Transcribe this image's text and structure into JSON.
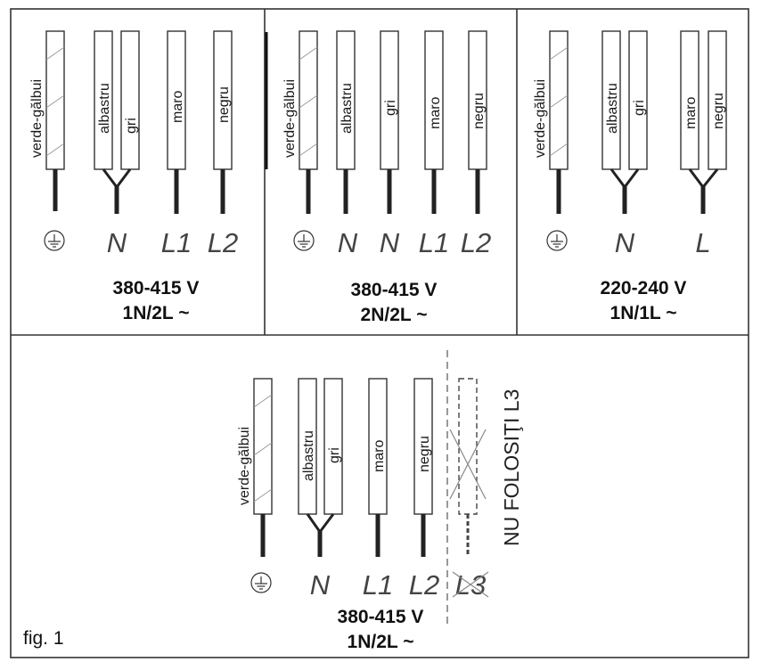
{
  "figure_label": "fig. 1",
  "wire_colors": {
    "ground": "verde-gălbui",
    "blue": "albastru",
    "gray": "gri",
    "brown": "maro",
    "black": "negru"
  },
  "panels": [
    {
      "id": "p1",
      "voltage": "380-415 V",
      "config": "1N/2L ~",
      "wires": [
        "verde-gălbui",
        "albastru",
        "gri",
        "maro",
        "negru"
      ],
      "terminals": [
        "N",
        "L1",
        "L2"
      ]
    },
    {
      "id": "p2",
      "voltage": "380-415 V",
      "config": "2N/2L ~",
      "wires": [
        "verde-gălbui",
        "albastru",
        "gri",
        "maro",
        "negru"
      ],
      "terminals": [
        "N",
        "N",
        "L1",
        "L2"
      ]
    },
    {
      "id": "p3",
      "voltage": "220-240 V",
      "config": "1N/1L ~",
      "wires": [
        "verde-gălbui",
        "albastru",
        "gri",
        "maro",
        "negru"
      ],
      "terminals": [
        "N",
        "L"
      ]
    },
    {
      "id": "p4",
      "voltage": "380-415 V",
      "config": "1N/2L ~",
      "wires": [
        "verde-gălbui",
        "albastru",
        "gri",
        "maro",
        "negru"
      ],
      "terminals": [
        "N",
        "L1",
        "L2",
        "L3"
      ],
      "warning": "NU FOLOSIŢI L3"
    }
  ]
}
